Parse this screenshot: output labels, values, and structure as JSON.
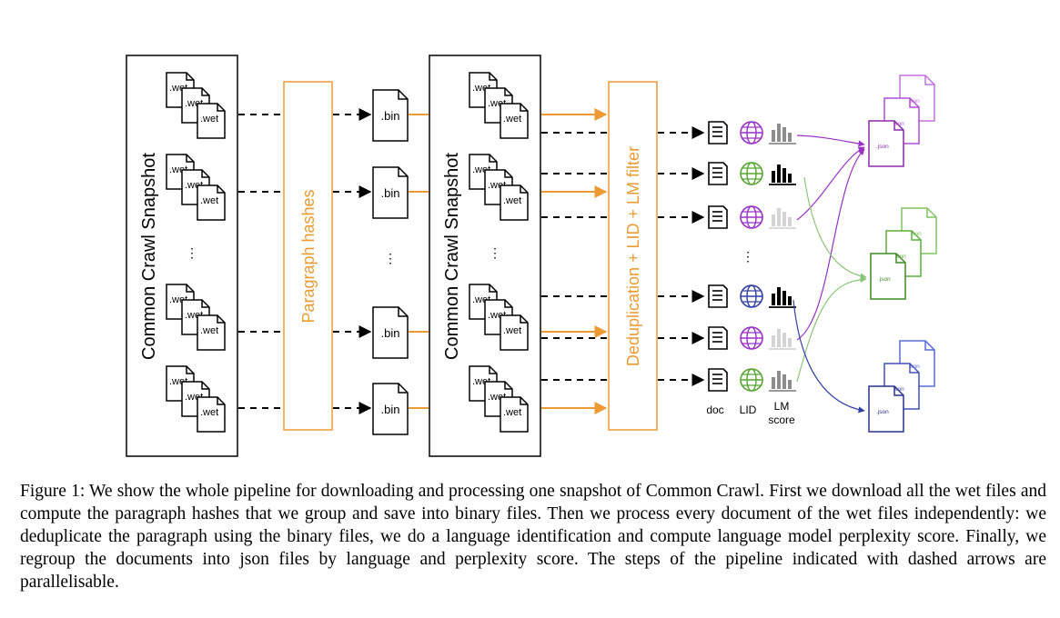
{
  "labels": {
    "snapshot": "Common Crawl Snapshot",
    "paragraph_hashes": "Paragraph hashes",
    "dedup_filter": "Deduplication + LID + LM filter",
    "wet": ".wet",
    "bin": ".bin",
    "json": ".json",
    "ellipsis": "⋮",
    "doc": "doc",
    "lid": "LID",
    "lm_line1": "LM",
    "lm_line2": "score"
  },
  "colors": {
    "orange": "#ee9a33",
    "purple": "#9b30c8",
    "green": "#55a630",
    "blue": "#3040a8",
    "gray_bar": "#8c8c8c",
    "light_bar": "#d4d4d4"
  },
  "rows": [
    {
      "globe": "purple",
      "bars": "gray"
    },
    {
      "globe": "green",
      "bars": "black"
    },
    {
      "globe": "purple",
      "bars": "light"
    },
    {
      "globe": "blue",
      "bars": "black"
    },
    {
      "globe": "purple",
      "bars": "light"
    },
    {
      "globe": "green",
      "bars": "gray"
    }
  ],
  "icons": {
    "document": "document-icon",
    "globe": "globe-icon",
    "bars": "bar-chart-icon",
    "file": "file-icon"
  },
  "caption": "Figure 1: We show the whole pipeline for downloading and processing one snapshot of Common Crawl. First we download all the wet files and compute the paragraph hashes that we group and save into binary files. Then we process every document of the wet files independently: we deduplicate the paragraph using the binary files, we do a language identification and compute language model perplexity score. Finally, we regroup the documents into json files by language and perplexity score. The steps of the pipeline indicated with dashed arrows are parallelisable."
}
